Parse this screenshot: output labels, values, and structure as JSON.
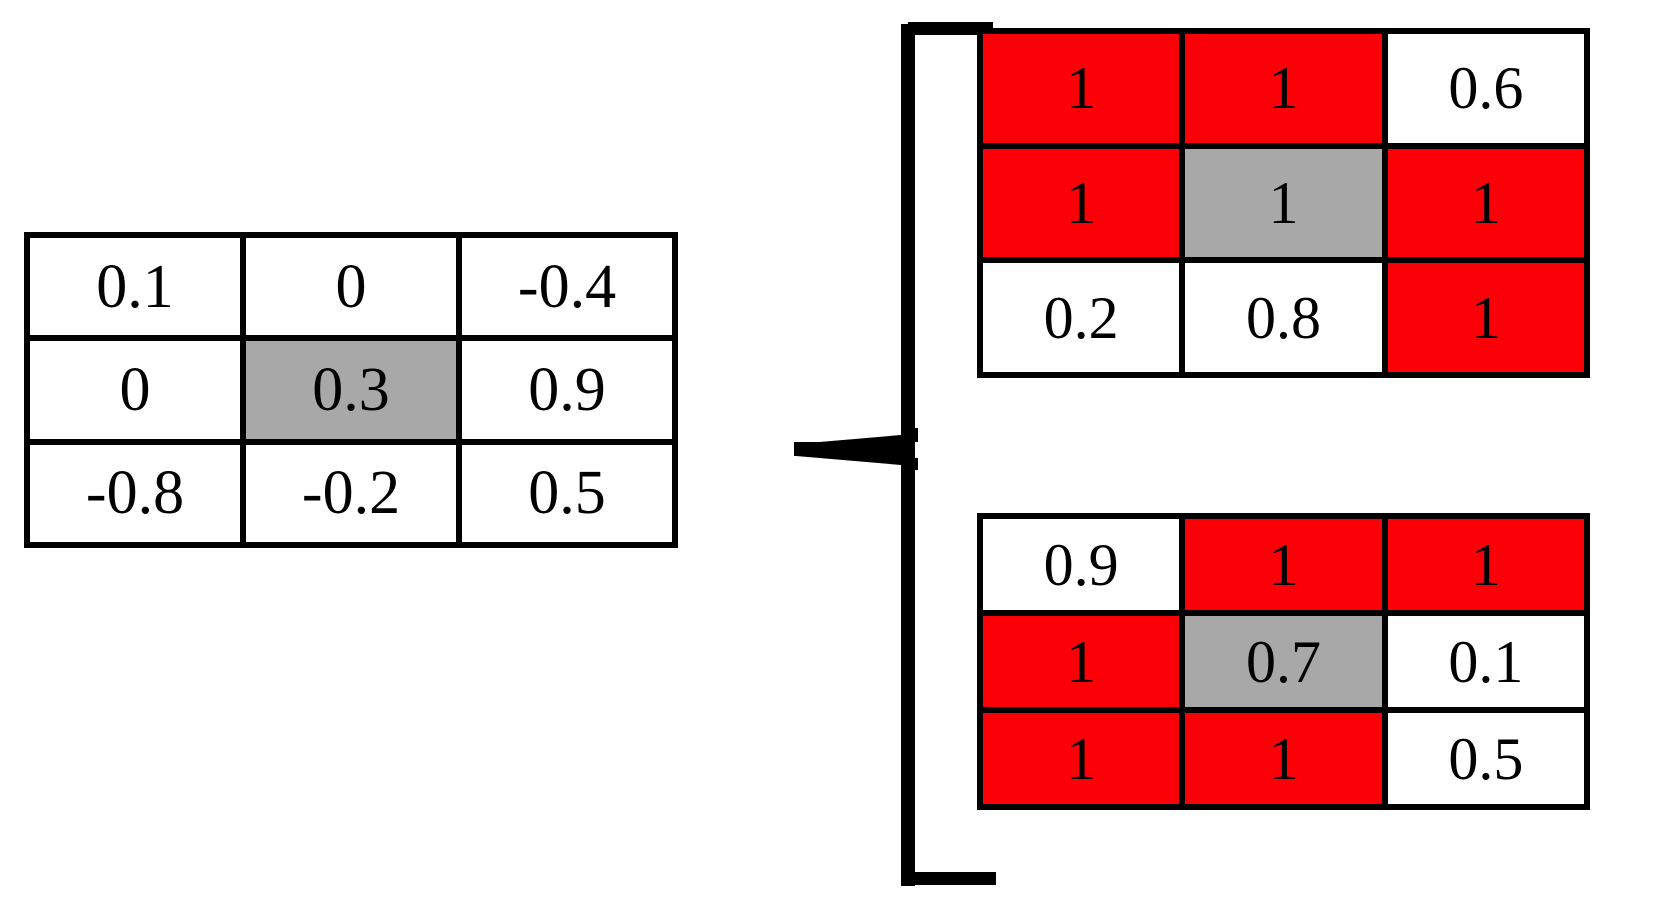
{
  "diagram": {
    "title": "Matrix value clipping / saturation illustration",
    "colors": {
      "grid_line": "#000000",
      "cell_default": "#ffffff",
      "cell_highlight": "#a8a8a8",
      "cell_saturated": "#fb0007",
      "text": "#000000"
    }
  },
  "source_matrix": {
    "name": "input-matrix",
    "rows": 3,
    "cols": 3,
    "cells": [
      [
        {
          "value": "0.1",
          "fill": "white"
        },
        {
          "value": "0",
          "fill": "white"
        },
        {
          "value": "-0.4",
          "fill": "white"
        }
      ],
      [
        {
          "value": "0",
          "fill": "white"
        },
        {
          "value": "0.3",
          "fill": "gray"
        },
        {
          "value": "0.9",
          "fill": "white"
        }
      ],
      [
        {
          "value": "-0.8",
          "fill": "white"
        },
        {
          "value": "-0.2",
          "fill": "white"
        },
        {
          "value": "0.5",
          "fill": "white"
        }
      ]
    ]
  },
  "output_matrix_top": {
    "name": "output-matrix-top",
    "rows": 3,
    "cols": 3,
    "cells": [
      [
        {
          "value": "1",
          "fill": "red"
        },
        {
          "value": "1",
          "fill": "red"
        },
        {
          "value": "0.6",
          "fill": "white"
        }
      ],
      [
        {
          "value": "1",
          "fill": "red"
        },
        {
          "value": "1",
          "fill": "gray"
        },
        {
          "value": "1",
          "fill": "red"
        }
      ],
      [
        {
          "value": "0.2",
          "fill": "white"
        },
        {
          "value": "0.8",
          "fill": "white"
        },
        {
          "value": "1",
          "fill": "red"
        }
      ]
    ]
  },
  "output_matrix_bottom": {
    "name": "output-matrix-bottom",
    "rows": 3,
    "cols": 3,
    "cells": [
      [
        {
          "value": "0.9",
          "fill": "white"
        },
        {
          "value": "1",
          "fill": "red"
        },
        {
          "value": "1",
          "fill": "red"
        }
      ],
      [
        {
          "value": "1",
          "fill": "red"
        },
        {
          "value": "0.7",
          "fill": "gray"
        },
        {
          "value": "0.1",
          "fill": "white"
        }
      ],
      [
        {
          "value": "1",
          "fill": "red"
        },
        {
          "value": "1",
          "fill": "red"
        },
        {
          "value": "0.5",
          "fill": "white"
        }
      ]
    ]
  },
  "brace": {
    "name": "curly-brace-connector",
    "orientation": "left-brace",
    "label": ""
  },
  "chart_data": {
    "type": "heatmap",
    "title": "",
    "xlabel": "",
    "ylabel": "",
    "panels": [
      {
        "name": "input-matrix",
        "values": [
          [
            0.1,
            0,
            -0.4
          ],
          [
            0,
            0.3,
            0.9
          ],
          [
            -0.8,
            -0.2,
            0.5
          ]
        ],
        "highlight_cell": [
          1,
          1
        ],
        "saturated_cells": []
      },
      {
        "name": "output-matrix-top",
        "values": [
          [
            1,
            1,
            0.6
          ],
          [
            1,
            1,
            1
          ],
          [
            0.2,
            0.8,
            1
          ]
        ],
        "highlight_cell": [
          1,
          1
        ],
        "saturated_cells": [
          [
            0,
            0
          ],
          [
            0,
            1
          ],
          [
            1,
            0
          ],
          [
            1,
            2
          ],
          [
            2,
            2
          ]
        ]
      },
      {
        "name": "output-matrix-bottom",
        "values": [
          [
            0.9,
            1,
            1
          ],
          [
            1,
            0.7,
            0.1
          ],
          [
            1,
            1,
            0.5
          ]
        ],
        "highlight_cell": [
          1,
          1
        ],
        "saturated_cells": [
          [
            0,
            1
          ],
          [
            0,
            2
          ],
          [
            1,
            0
          ],
          [
            2,
            0
          ],
          [
            2,
            1
          ]
        ]
      }
    ]
  }
}
